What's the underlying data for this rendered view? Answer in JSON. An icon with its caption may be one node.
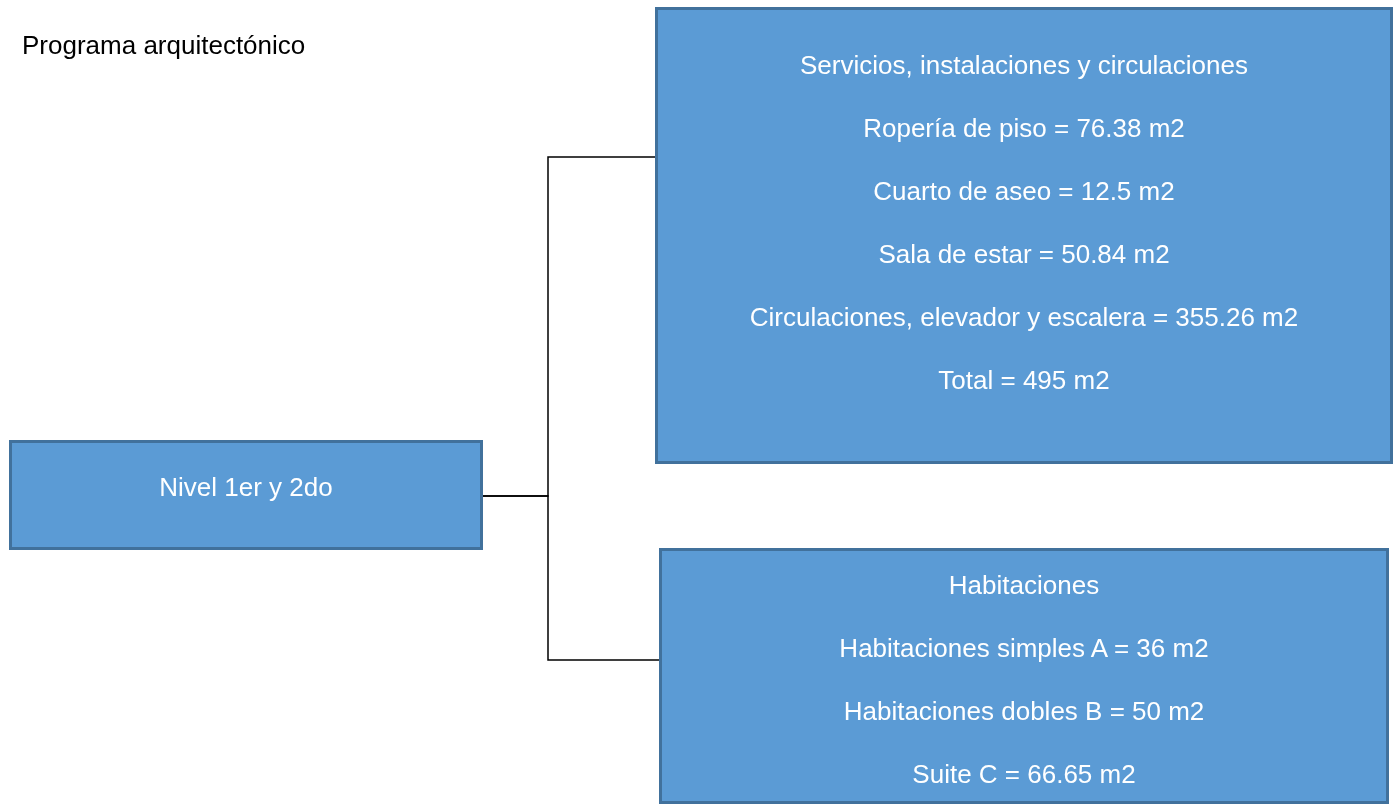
{
  "diagram": {
    "title": "Programa arquitectónico",
    "nodes": [
      {
        "text": [
          "Nivel 1er y 2do"
        ]
      },
      {
        "text": [
          "Servicios, instalaciones y circulaciones",
          "Ropería de piso = 76.38 m2",
          "Cuarto de aseo = 12.5 m2",
          "Sala de estar = 50.84 m2",
          "Circulaciones, elevador y escalera = 355.26 m2",
          "Total = 495 m2"
        ]
      },
      {
        "text": [
          "Habitaciones",
          "Habitaciones simples A = 36 m2",
          "Habitaciones dobles B = 50 m2",
          "Suite C = 66.65 m2"
        ]
      }
    ],
    "edges": [
      {
        "from": 0,
        "to": 1,
        "arrow": "none"
      },
      {
        "from": 0,
        "to": 2,
        "arrow": "none"
      }
    ]
  }
}
